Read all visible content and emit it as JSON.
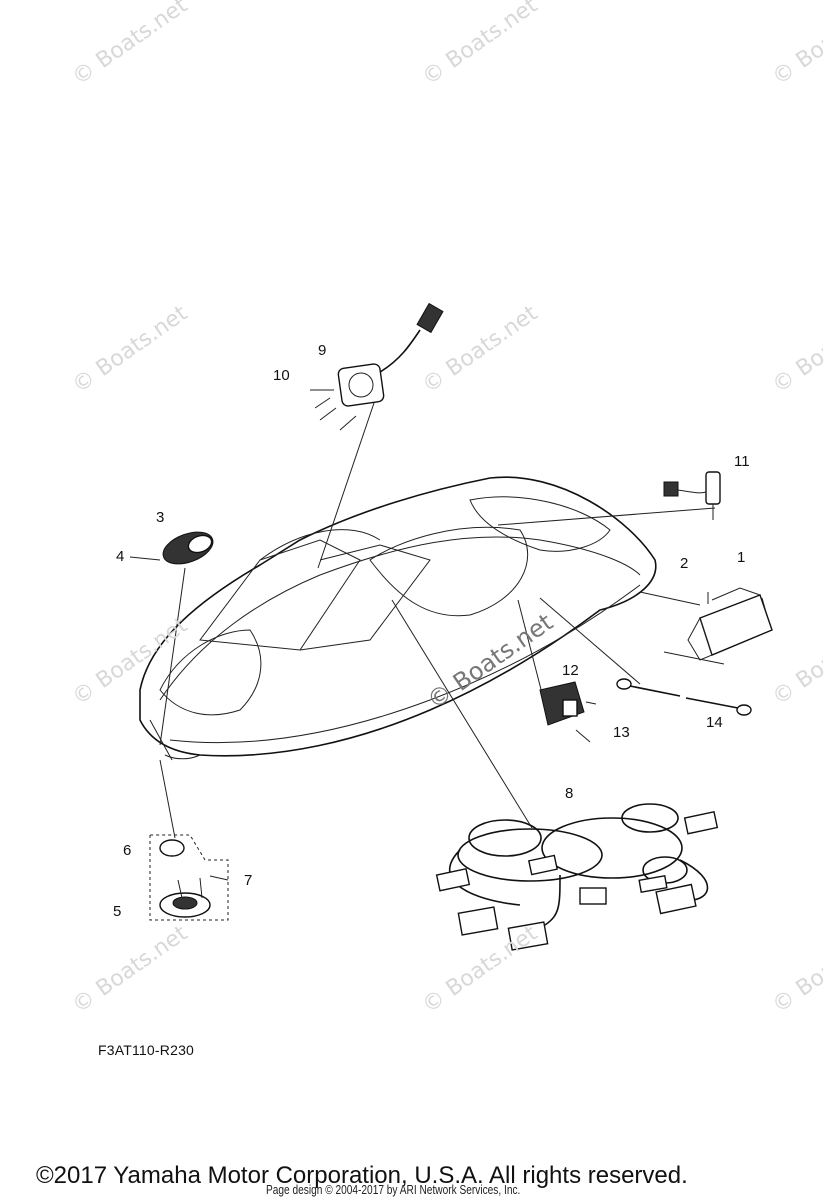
{
  "diagram": {
    "callouts": [
      "1",
      "2",
      "3",
      "4",
      "5",
      "6",
      "7",
      "8",
      "9",
      "10",
      "11",
      "12",
      "13",
      "14"
    ],
    "part_code": "F3AT110-R230",
    "watermark": "© Boats.net",
    "copyright": "©2017 Yamaha Motor Corporation, U.S.A. All rights reserved.",
    "page_design": "Page design © 2004-2017 by ARI Network Services, Inc."
  }
}
